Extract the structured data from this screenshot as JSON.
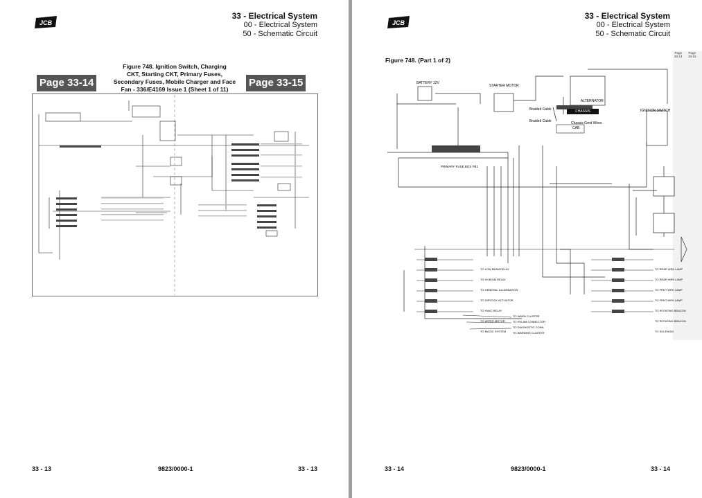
{
  "left": {
    "header": {
      "title": "33 - Electrical System",
      "sub1": "00 - Electrical System",
      "sub2": "50 - Schematic Circuit"
    },
    "figure_caption": [
      "Figure 748. Ignition Switch, Charging",
      "CKT, Starting CKT, Primary Fuses,",
      "Secondary Fuses, Mobile Charger and Face",
      "Fan - 336/E4169 Issue 1 (Sheet 1 of 11)"
    ],
    "tag_left": "Page 33-14",
    "tag_right": "Page 33-15",
    "footer": {
      "left": "33 - 13",
      "center": "9823/0000-1",
      "right": "33 - 13"
    }
  },
  "right": {
    "header": {
      "title": "33 - Electrical System",
      "sub1": "00 - Electrical System",
      "sub2": "50 - Schematic Circuit"
    },
    "figure_caption": "Figure 748. (Part 1 of 2)",
    "side_tab": [
      "Page",
      "33-14",
      "Page",
      "33-15"
    ],
    "labels": {
      "battery": "BATTERY 12V",
      "starter": "STARTER MOTOR",
      "alternator": "ALTERNATOR",
      "ignition": "IGNITION SWITCH",
      "chassis": "CHASSIS",
      "cab": "CAB",
      "braided1": "Braided Cable",
      "braided2": "Braided Cable",
      "ground": "Chassis Grnd Wires",
      "fusebox": "PRIMARY FUSE BOX FB1"
    },
    "fuse_labels_left": [
      "TO LOW BEAM RELAY",
      "TO HI BEAM RELAY",
      "TO GENERAL ILLUMINATION",
      "TO DIPSTICK ACTUATOR",
      "TO HVAC RELAY",
      "TO WIPER MOTOR",
      "TO MAGIC SYSTEM"
    ],
    "fuse_labels_right": [
      "TO REAR WRK LAMP",
      "TO REAR WRK LAMP",
      "TO FRNT WRK LAMP",
      "TO FRNT WRK LAMP",
      "TO ROTATING BEACON",
      "TO ROTATING BEACON",
      "TO SOLENOID"
    ],
    "bottom_labels": [
      "TO WARN CLUSTER",
      "TO HVLAM CONNECTOR",
      "TO DIAGNOSTIC CONN.",
      "TO WARNING CLUSTER"
    ],
    "footer": {
      "left": "33 - 14",
      "center": "9823/0000-1",
      "right": "33 - 14"
    }
  }
}
